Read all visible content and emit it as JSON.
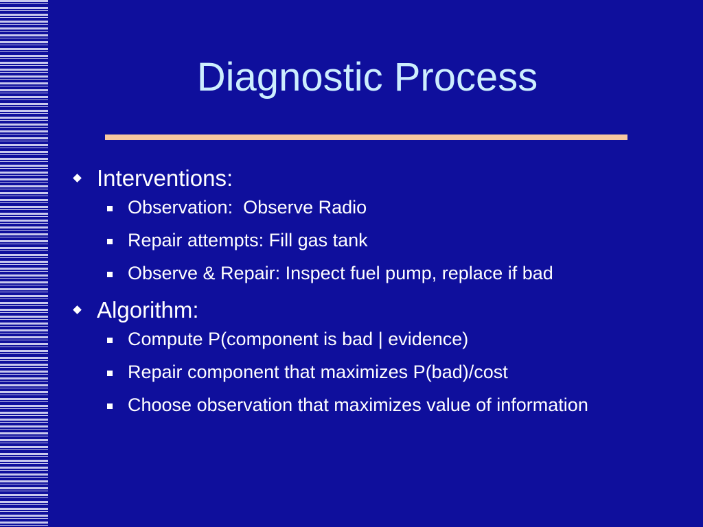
{
  "slide": {
    "title": "Diagnostic Process",
    "sections": [
      {
        "heading": "Interventions:",
        "items": [
          "Observation:  Observe Radio",
          "Repair attempts: Fill gas tank",
          "Observe & Repair: Inspect fuel pump, replace if bad"
        ]
      },
      {
        "heading": "Algorithm:",
        "items": [
          "Compute P(component is bad | evidence)",
          "Repair component that maximizes P(bad)/cost",
          "Choose observation that maximizes value of information"
        ]
      }
    ]
  },
  "colors": {
    "background": "#0f0f9c",
    "title": "#cdeefe",
    "rule": "#f8c8a0",
    "stripes": "#c9c9ee",
    "text": "#ffffff"
  }
}
